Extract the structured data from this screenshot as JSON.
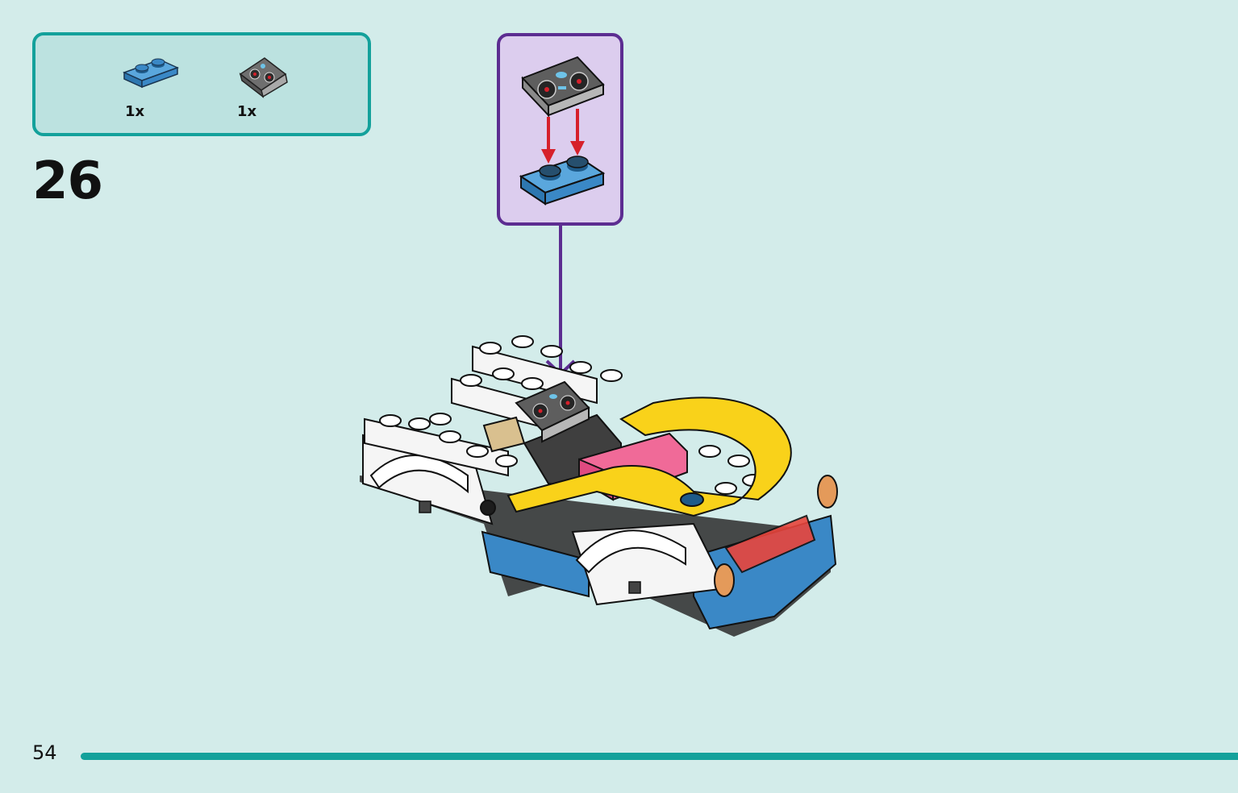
{
  "parts_list": {
    "items": [
      {
        "name": "blue-plate-1x2",
        "quantity": "1x"
      },
      {
        "name": "dark-grey-dashboard-slope",
        "quantity": "1x"
      }
    ]
  },
  "step": {
    "number": "26"
  },
  "page": {
    "number": "54"
  },
  "colors": {
    "background": "#d3ecea",
    "accent": "#13a19b",
    "callout_border": "#5c2d91",
    "callout_fill": "#dccdee",
    "arrow_red": "#d6202b",
    "blue": "#3a88c6",
    "yellow": "#f9d21a",
    "pink": "#f06a98"
  }
}
